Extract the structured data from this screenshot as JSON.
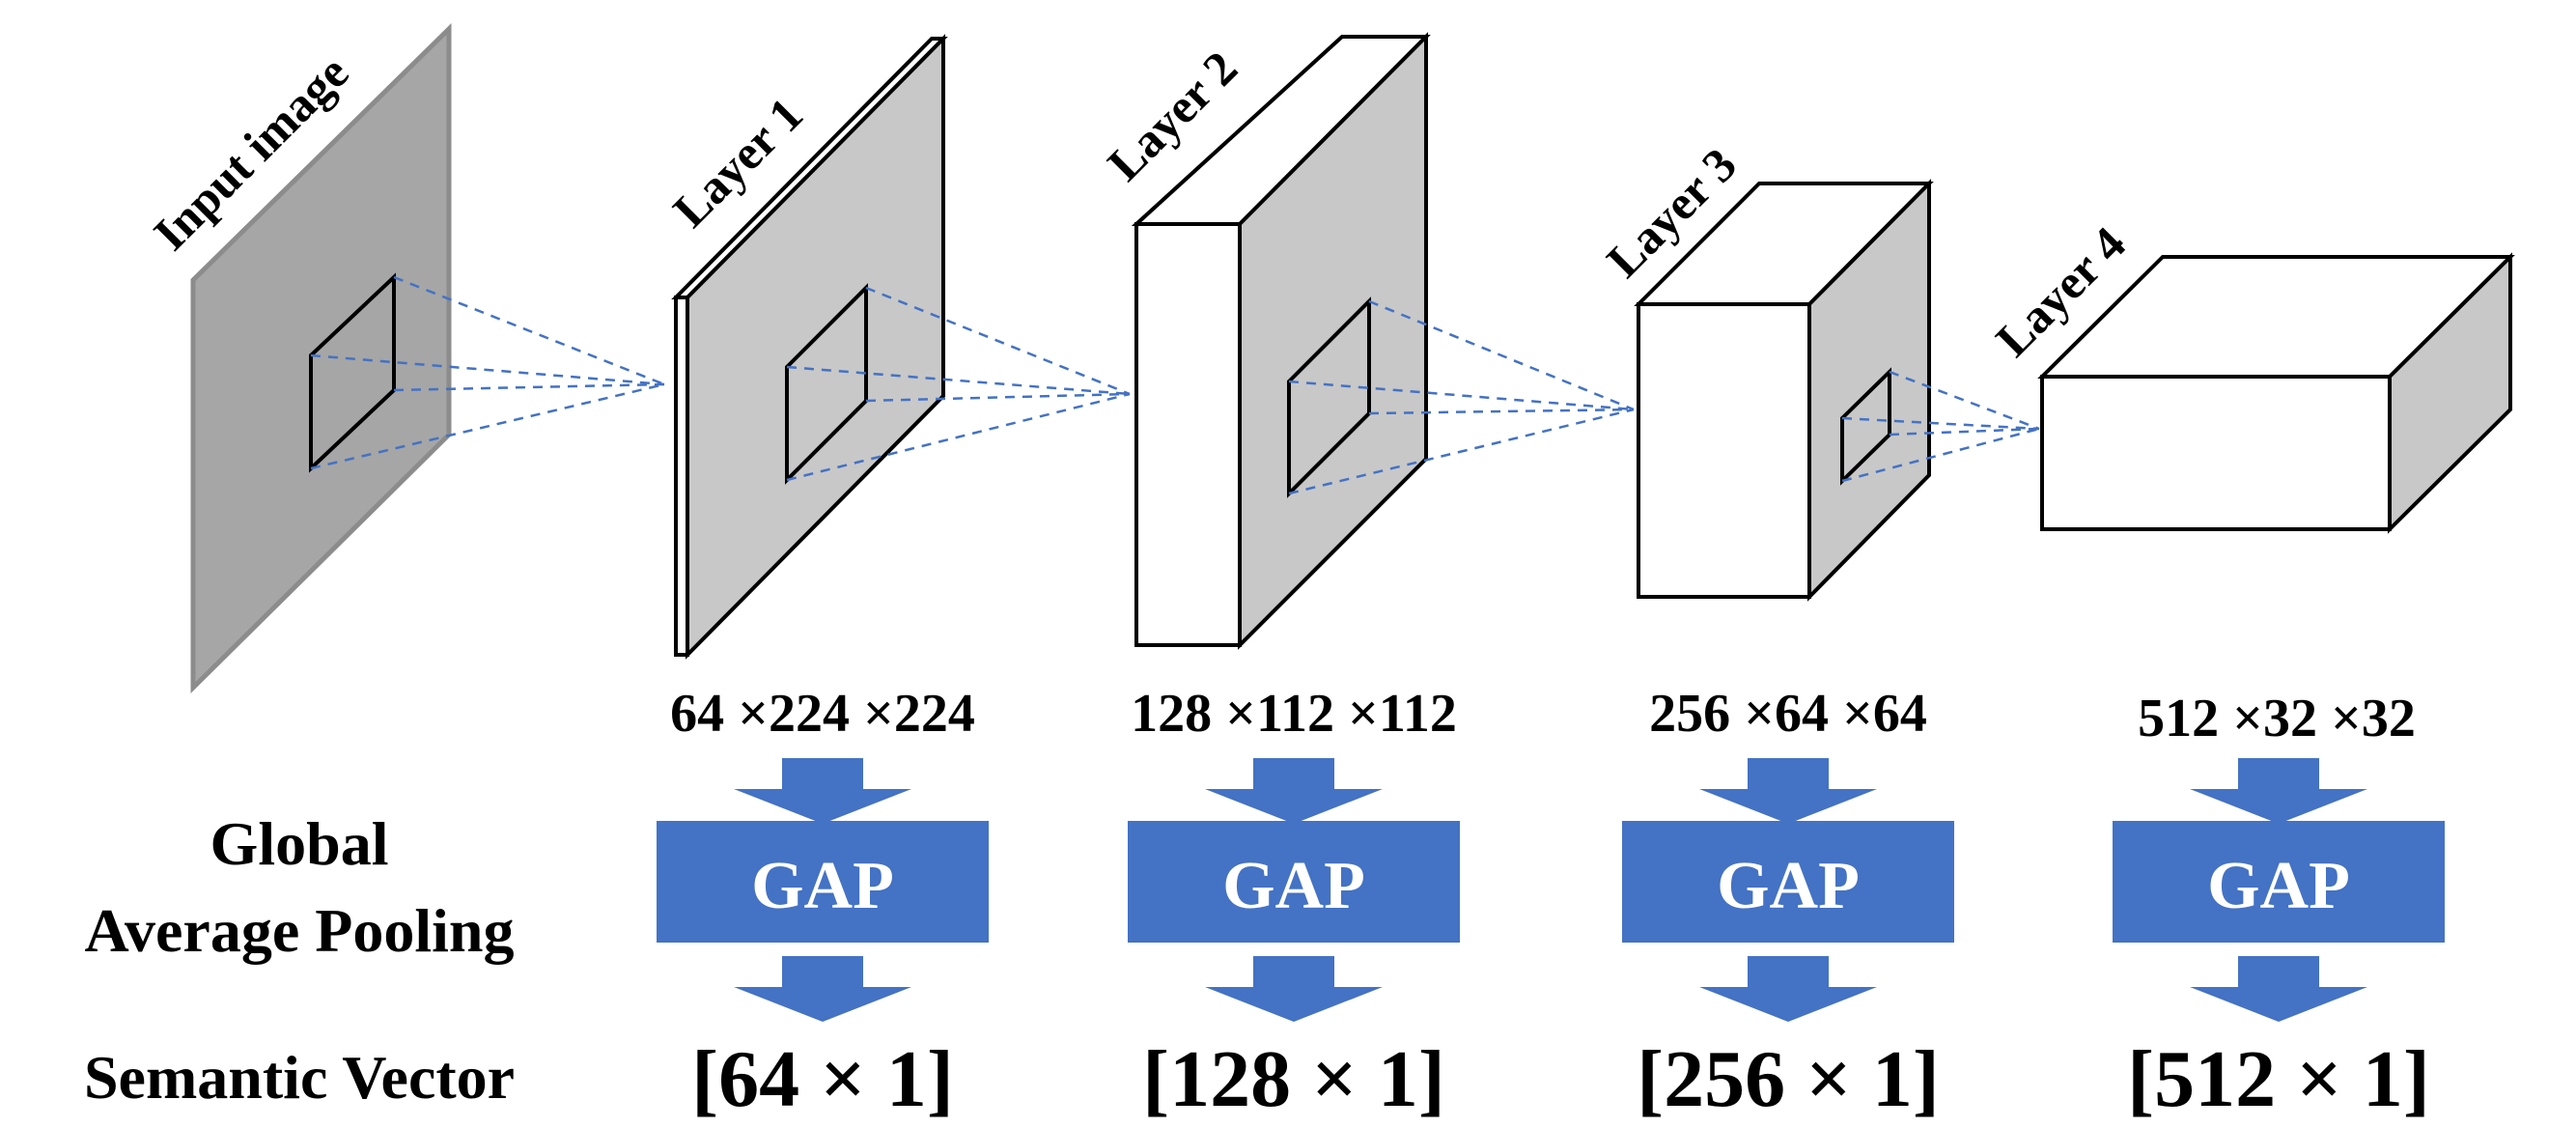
{
  "colors": {
    "accent_blue": "#4472C4",
    "face_gray": "#C8C8C8",
    "input_gray": "#A6A6A6",
    "input_edge": "#8C8C8C",
    "white": "#FFFFFF",
    "black": "#000000"
  },
  "input": {
    "label": "Input image"
  },
  "layers": [
    {
      "label": "Layer 1",
      "dims": "64 ×224 ×224",
      "gap": "GAP",
      "vector": "[64 × 1]"
    },
    {
      "label": "Layer 2",
      "dims": "128 ×112 ×112",
      "gap": "GAP",
      "vector": "[128 × 1]"
    },
    {
      "label": "Layer 3",
      "dims": "256 ×64 ×64",
      "gap": "GAP",
      "vector": "[256 × 1]"
    },
    {
      "label": "Layer 4",
      "dims": "512 ×32 ×32",
      "gap": "GAP",
      "vector": "[512 × 1]"
    }
  ],
  "rows": {
    "gap_line1": "Global",
    "gap_line2": "Average Pooling",
    "vector": "Semantic Vector"
  },
  "icons": [
    "down-arrow-icon"
  ]
}
